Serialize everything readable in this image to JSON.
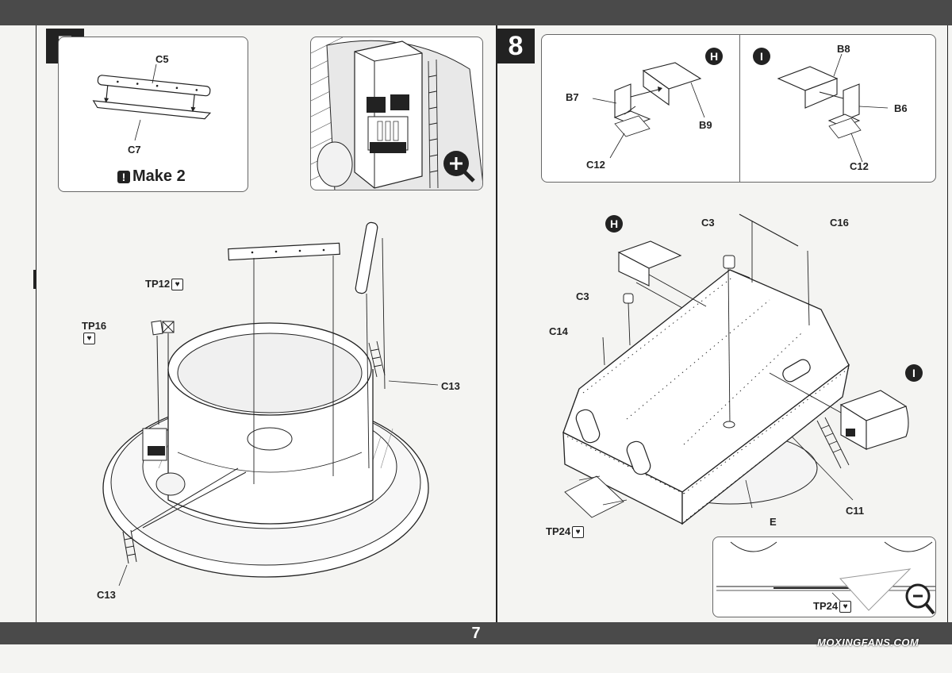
{
  "page_number": "7",
  "watermark": "MOXINGFANS.COM",
  "step7": {
    "badge": "7",
    "inset_labels": {
      "top": "C5",
      "bottom": "C7"
    },
    "make_note": "Make 2",
    "main_labels": {
      "tp12": "TP12",
      "tp16": "TP16",
      "c13_right": "C13",
      "c13_bottom": "C13"
    }
  },
  "step8": {
    "badge": "8",
    "inset_h": {
      "letter": "H",
      "labels": {
        "b7": "B7",
        "b9": "B9",
        "c12": "C12"
      }
    },
    "inset_i": {
      "letter": "I",
      "labels": {
        "b8": "B8",
        "b6": "B6",
        "c12": "C12"
      }
    },
    "main_labels": {
      "h": "H",
      "i": "I",
      "c3_top": "C3",
      "c16": "C16",
      "c3_left": "C3",
      "c14": "C14",
      "tp24": "TP24",
      "e": "E",
      "c11": "C11"
    },
    "zoom_labels": {
      "tp24": "TP24"
    }
  }
}
